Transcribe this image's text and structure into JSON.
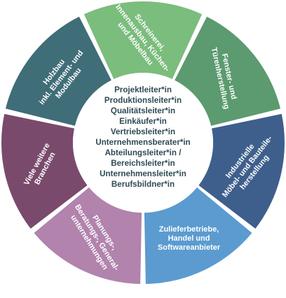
{
  "segments": [
    {
      "id": "holzbau",
      "lines": [
        "Holzbau",
        "inkl. Element- und",
        "Modulbau"
      ],
      "color": "#3f6d78"
    },
    {
      "id": "schreinerei",
      "lines": [
        "Schreinerei,",
        "Innenausbau, Küchen-",
        "und Möbelbau"
      ],
      "color": "#7bbd7c"
    },
    {
      "id": "fenster",
      "lines": [
        "Fenster- und",
        "Türenherstellung"
      ],
      "color": "#5c9a6f"
    },
    {
      "id": "industrie",
      "lines": [
        "Industrielle",
        "Möbel- und Bauteile-",
        "herstellung"
      ],
      "color": "#3e5f8c"
    },
    {
      "id": "zulieferer",
      "lines": [
        "Zulieferbetriebe,",
        "Handel und",
        "Softwareanbieter"
      ],
      "color": "#5b9bcf"
    },
    {
      "id": "planung",
      "lines": [
        "Planungs-,",
        "Beratungs-, General-",
        "unternehmungen"
      ],
      "color": "#b183ad"
    },
    {
      "id": "branchen",
      "lines": [
        "Viele weitere",
        "Branchen"
      ],
      "color": "#7a4a6c"
    }
  ],
  "roles": [
    "Projektleiter*in",
    "Produktionsleiter*in",
    "Qualitätsleiter*in",
    "Einkäufer*in",
    "Vertriebsleiter*in",
    "Unternehmensberater*in",
    "Abteilungsleiter*in /",
    "Bereichsleiter*in",
    "Unternehmensleiter*in",
    "Berufsbildner*in"
  ]
}
